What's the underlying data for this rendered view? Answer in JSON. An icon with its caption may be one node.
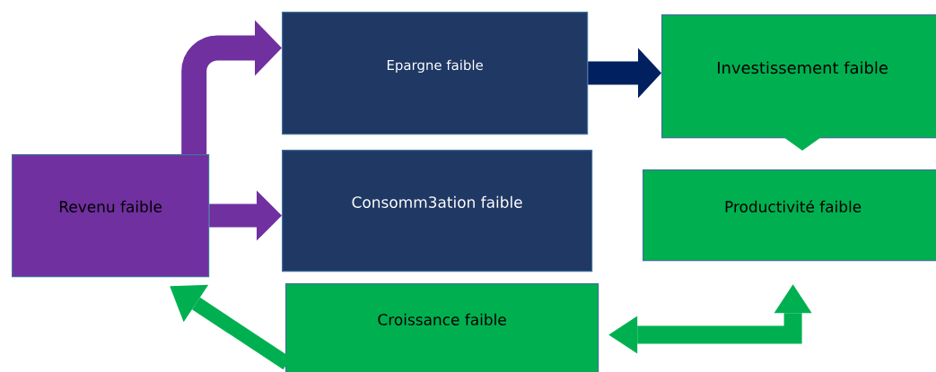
{
  "diagram": {
    "nodes": [
      {
        "text": [
          "Revenu faible"
        ]
      },
      {
        "text": [
          "Epargne faible"
        ]
      },
      {
        "text": [
          "Consomm3ation faible"
        ]
      },
      {
        "text": [
          "Investissement faible"
        ]
      },
      {
        "text": [
          "Productivité faible"
        ]
      },
      {
        "text": [
          "Croissance faible"
        ]
      }
    ],
    "edges": [
      {
        "from": 0,
        "to": 1,
        "arrow": "to",
        "color": "#7030a0"
      },
      {
        "from": 0,
        "to": 2,
        "arrow": "to",
        "color": "#7030a0"
      },
      {
        "from": 1,
        "to": 3,
        "arrow": "to",
        "color": "#002060"
      },
      {
        "from": 3,
        "to": 4,
        "arrow": "to",
        "color": "#00b050"
      },
      {
        "from": 5,
        "to": 4,
        "arrow": "both",
        "color": "#00b050"
      },
      {
        "from": 5,
        "to": 0,
        "arrow": "to",
        "color": "#00b050"
      }
    ]
  }
}
